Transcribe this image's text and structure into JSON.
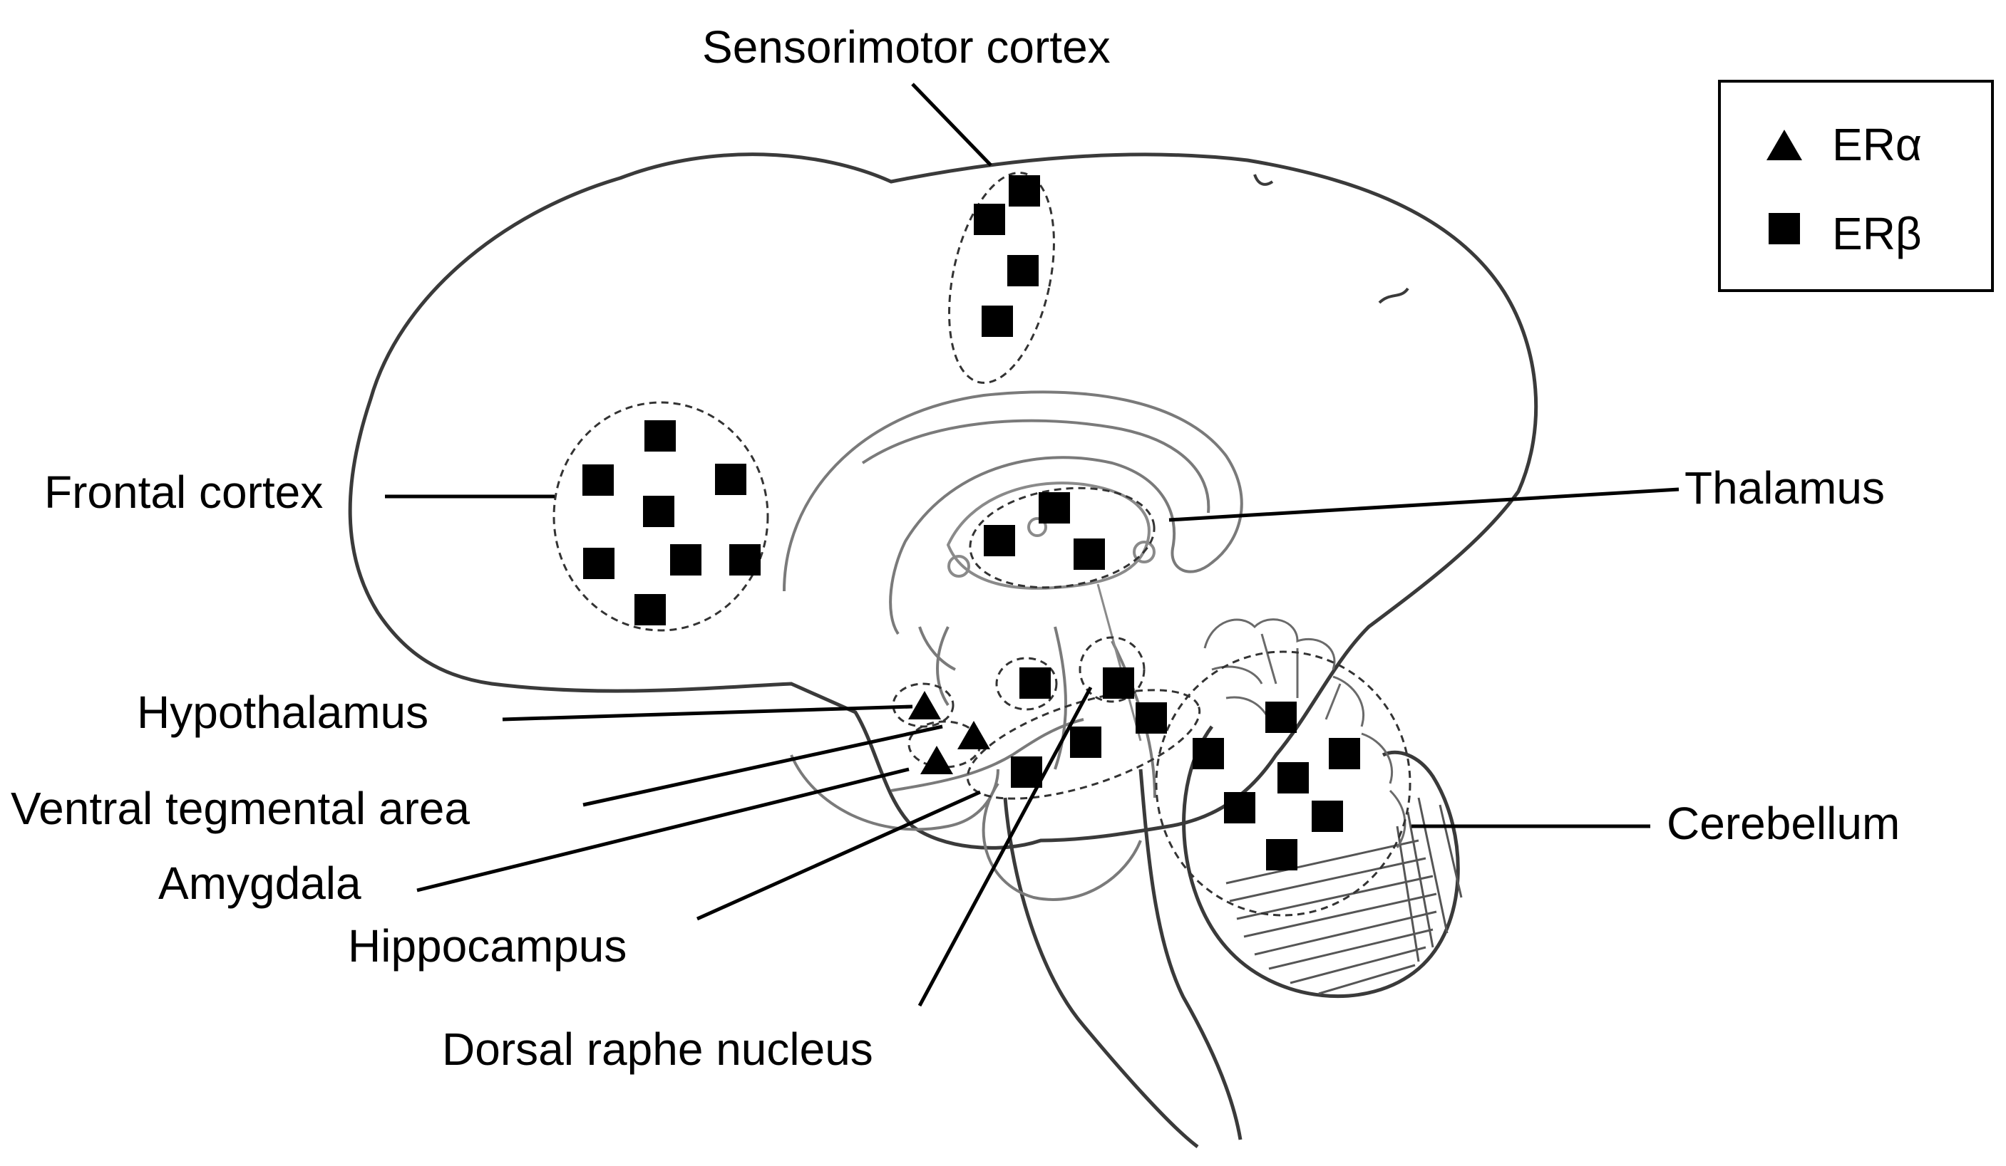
{
  "colors": {
    "ink": "#000000",
    "outline": "#3a3a3a",
    "background": "#ffffff"
  },
  "labels": {
    "sensorimotor": "Sensorimotor cortex",
    "frontal": "Frontal cortex",
    "thalamus": "Thalamus",
    "hypothalamus": "Hypothalamus",
    "vta": "Ventral tegmental area",
    "amygdala": "Amygdala",
    "hippocampus": "Hippocampus",
    "dorsal_raphe": "Dorsal raphe nucleus",
    "cerebellum": "Cerebellum"
  },
  "legend": {
    "er_alpha": "ERα",
    "er_beta": "ERβ"
  },
  "legend_symbols": {
    "er_alpha": "triangle",
    "er_beta": "square"
  }
}
